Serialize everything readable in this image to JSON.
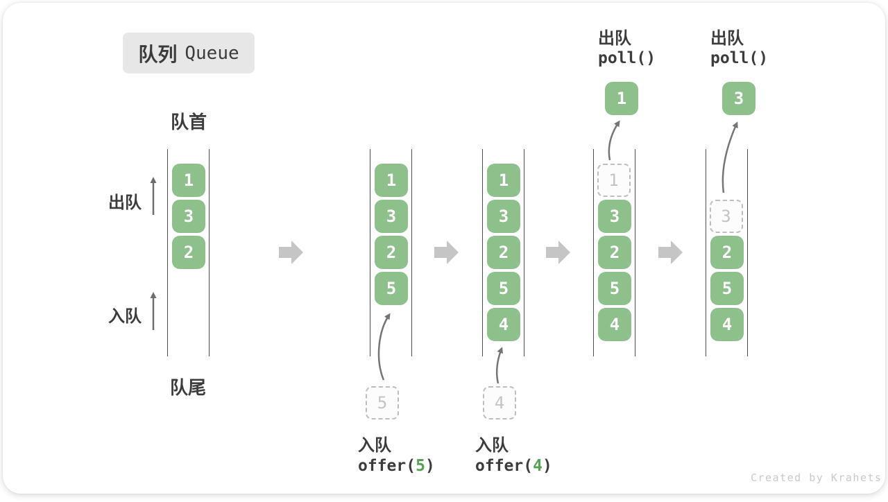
{
  "title": {
    "zh": "队列",
    "en": "Queue"
  },
  "side_labels": {
    "front": "队首",
    "rear": "队尾",
    "dequeue": "出队",
    "enqueue": "入队"
  },
  "queues": [
    {
      "state": "initial",
      "cells": [
        "1",
        "3",
        "2"
      ]
    },
    {
      "state": "after-offer-5",
      "cells": [
        "1",
        "3",
        "2",
        "5"
      ],
      "incoming": "5"
    },
    {
      "state": "after-offer-4",
      "cells": [
        "1",
        "3",
        "2",
        "5",
        "4"
      ],
      "incoming": "4"
    },
    {
      "state": "after-poll-1",
      "ghost": "1",
      "cells": [
        "3",
        "2",
        "5",
        "4"
      ],
      "polled": "1"
    },
    {
      "state": "after-poll-3",
      "ghost": "3",
      "cells": [
        "2",
        "5",
        "4"
      ],
      "polled": "3"
    }
  ],
  "operations": {
    "enqueue5": {
      "action": "入队",
      "fn": "offer(",
      "arg": "5",
      "close": ")"
    },
    "enqueue4": {
      "action": "入队",
      "fn": "offer(",
      "arg": "4",
      "close": ")"
    },
    "poll_a": {
      "action": "出队",
      "fn": "poll()"
    },
    "poll_b": {
      "action": "出队",
      "fn": "poll()"
    }
  },
  "watermark": "Created by Krahets",
  "colors": {
    "cell_green": "#8ec08c",
    "code_arg_green": "#55a254",
    "block_arrow_gray": "#c5c5c5",
    "queue_line_gray": "#4e4e4e",
    "thin_arrow_gray": "#757575",
    "text_dark": "#3c3c3c",
    "ghost_border": "#bdbdbd",
    "ghost_text": "#c3c3c3",
    "chip_bg": "#e7e7e7",
    "watermark_gray": "#c9c9c9"
  }
}
